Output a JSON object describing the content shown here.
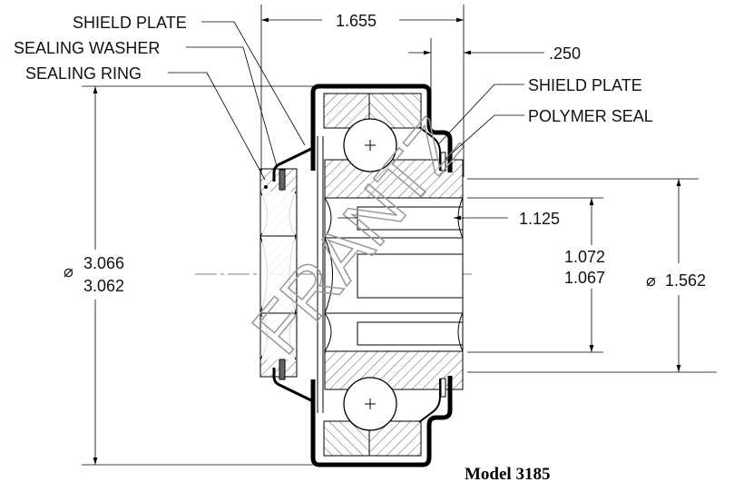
{
  "labels_left": {
    "shield_plate": "SHIELD PLATE",
    "sealing_washer": "SEALING WASHER",
    "sealing_ring": "SEALING RING"
  },
  "labels_right": {
    "shield_plate": "SHIELD PLATE",
    "polymer_seal": "POLYMER SEAL"
  },
  "dimensions": {
    "overall_width": "1.655",
    "step_width": ".250",
    "outer_diameter_max": "3.066",
    "outer_diameter_min": "3.062",
    "diameter_symbol": "⌀",
    "bolt_spacing": "1.125",
    "bore_max": "1.072",
    "bore_min": "1.067",
    "hub_diameter": "1.562"
  },
  "watermark": "FRANTZ",
  "caption": "Model 3185"
}
